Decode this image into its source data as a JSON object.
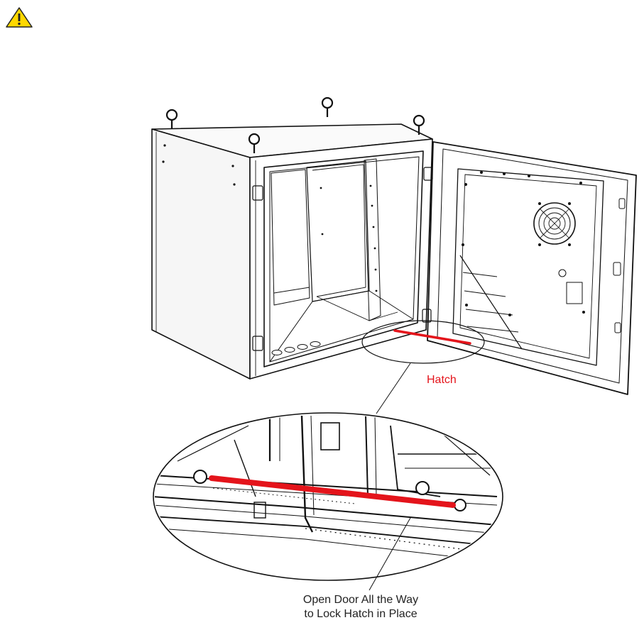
{
  "labels": {
    "hatch": "Hatch",
    "caption_line1": "Open Door All the Way",
    "caption_line2": "to Lock Hatch in Place"
  },
  "icons": {
    "warning": "warning-triangle-icon"
  },
  "colors": {
    "warning_fill": "#ffd800",
    "hatch_highlight": "#e4141b",
    "label_red": "#e4141b",
    "line": "#111111"
  }
}
